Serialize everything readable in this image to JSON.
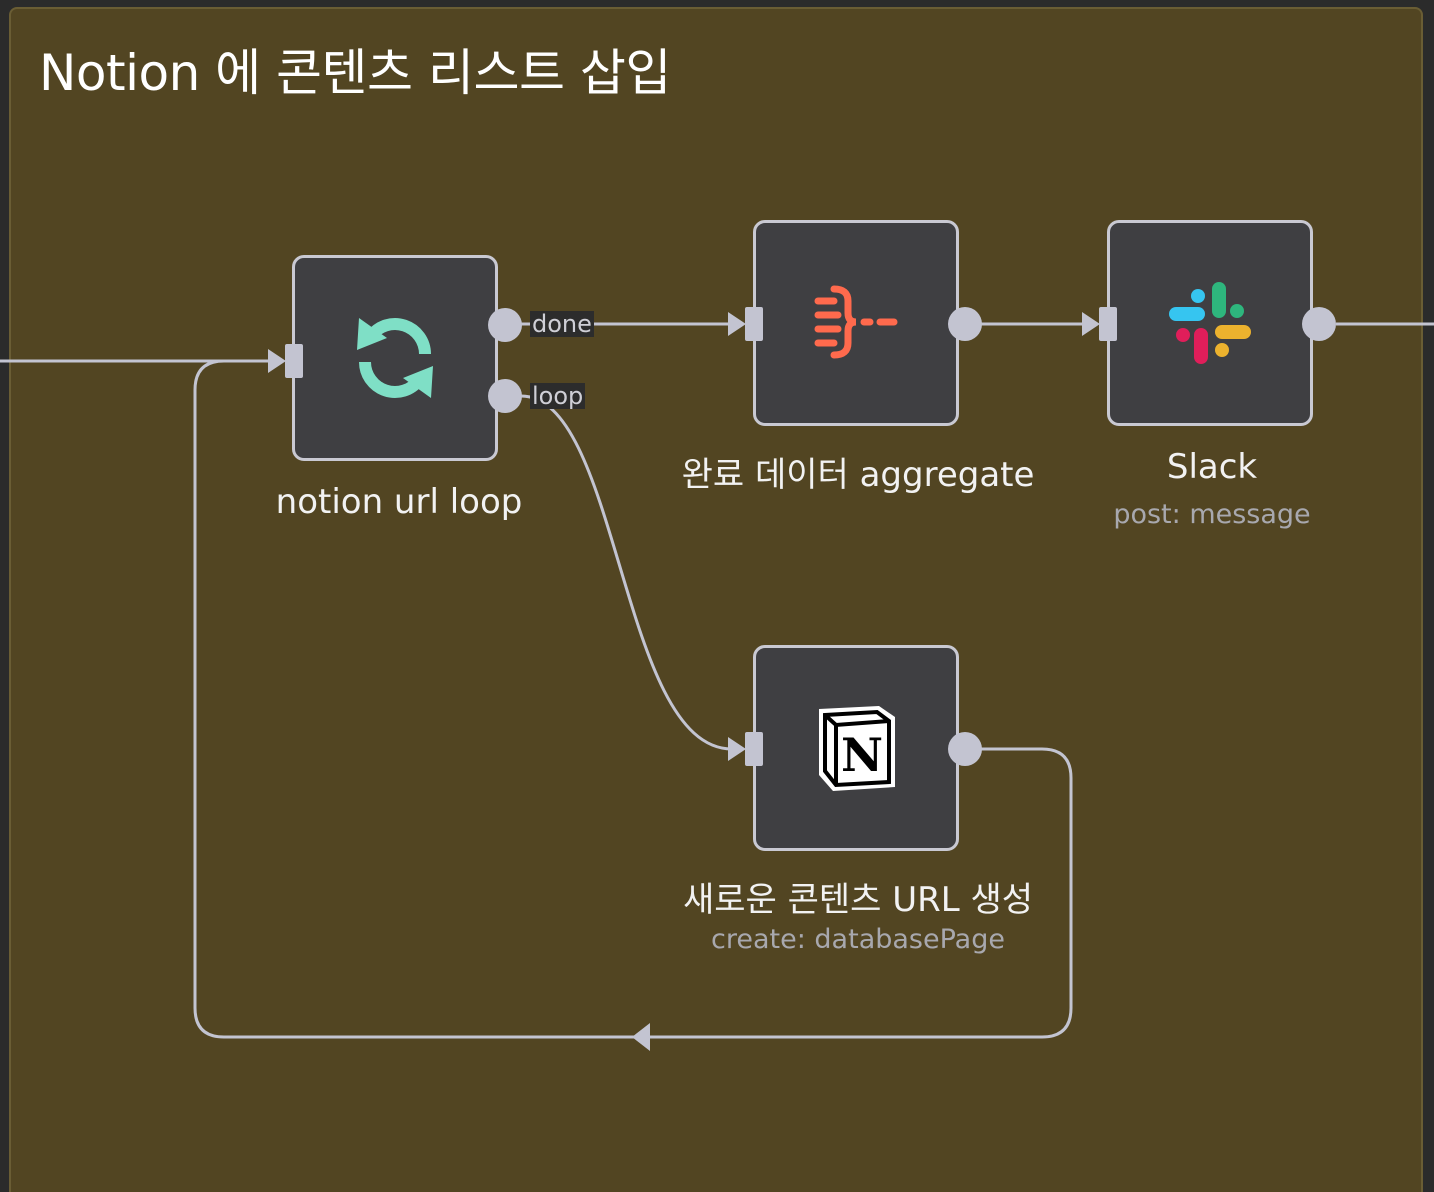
{
  "canvas": {
    "group_title": "Notion 에 콘텐츠 리스트 삽입",
    "background_color": "#2b2b2b",
    "group_color": "#524522"
  },
  "nodes": {
    "loop": {
      "label": "notion url loop",
      "icon": "refresh-icon",
      "outputs": {
        "done": "done",
        "loop": "loop"
      }
    },
    "aggregate": {
      "label": "완료 데이터 aggregate",
      "icon": "aggregate-icon"
    },
    "slack": {
      "label": "Slack",
      "subtitle": "post: message",
      "icon": "slack-icon"
    },
    "notion": {
      "label": "새로운 콘텐츠 URL 생성",
      "subtitle": "create: databasePage",
      "icon": "notion-icon"
    }
  },
  "colors": {
    "node_bg": "#3f3f42",
    "node_border": "#c9c9d2",
    "wire": "#c3c4d1",
    "loop_icon": "#7fdfc6",
    "aggregate_icon": "#ff6a4d"
  }
}
